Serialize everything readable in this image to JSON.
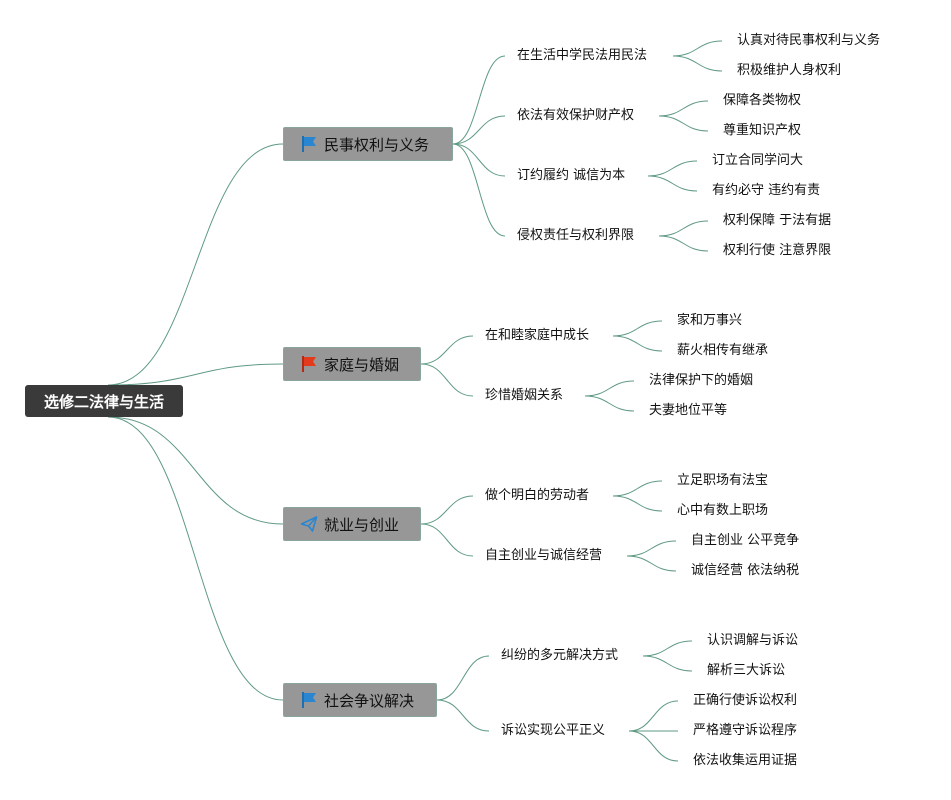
{
  "root": {
    "label": "选修二法律与生活"
  },
  "colors": {
    "line": "#5f9a83",
    "root_bg": "#3a3a3a",
    "branch_bg": "#979797",
    "flag_blue": "#2a86d1",
    "flag_red": "#e33a1c"
  },
  "branches": [
    {
      "label": "民事权利与义务",
      "icon": "blue-flag",
      "topics": [
        {
          "label": "在生活中学民法用民法",
          "leaves": [
            "认真对待民事权利与义务",
            "积极维护人身权利"
          ]
        },
        {
          "label": "依法有效保护财产权",
          "leaves": [
            "保障各类物权",
            "尊重知识产权"
          ]
        },
        {
          "label": "订约履约 诚信为本",
          "leaves": [
            "订立合同学问大",
            "有约必守 违约有责"
          ]
        },
        {
          "label": "侵权责任与权利界限",
          "leaves": [
            "权利保障 于法有据",
            "权利行使 注意界限"
          ]
        }
      ]
    },
    {
      "label": "家庭与婚姻",
      "icon": "red-flag",
      "topics": [
        {
          "label": "在和睦家庭中成长",
          "leaves": [
            "家和万事兴",
            "薪火相传有继承"
          ]
        },
        {
          "label": "珍惜婚姻关系",
          "leaves": [
            "法律保护下的婚姻",
            "夫妻地位平等"
          ]
        }
      ]
    },
    {
      "label": "就业与创业",
      "icon": "paper-plane",
      "topics": [
        {
          "label": "做个明白的劳动者",
          "leaves": [
            "立足职场有法宝",
            "心中有数上职场"
          ]
        },
        {
          "label": "自主创业与诚信经营",
          "leaves": [
            "自主创业 公平竞争",
            "诚信经营 依法纳税"
          ]
        }
      ]
    },
    {
      "label": "社会争议解决",
      "icon": "blue-flag",
      "topics": [
        {
          "label": "纠纷的多元解决方式",
          "leaves": [
            "认识调解与诉讼",
            "解析三大诉讼"
          ]
        },
        {
          "label": "诉讼实现公平正义",
          "leaves": [
            "正确行使诉讼权利",
            "严格遵守诉讼程序",
            "依法收集运用证据"
          ]
        }
      ]
    }
  ]
}
